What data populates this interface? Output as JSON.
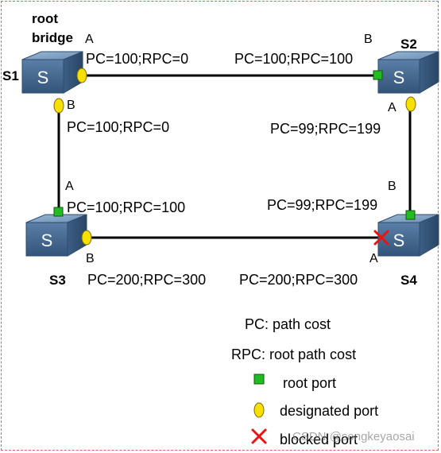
{
  "switches": [
    {
      "id": "s1",
      "name": "S1",
      "note": "root bridge",
      "icon": "switch-icon"
    },
    {
      "id": "s2",
      "name": "S2",
      "icon": "switch-icon"
    },
    {
      "id": "s3",
      "name": "S3",
      "icon": "switch-icon"
    },
    {
      "id": "s4",
      "name": "S4",
      "icon": "switch-icon"
    }
  ],
  "switch_glyph": "S",
  "ports": {
    "s1_a": {
      "name": "A",
      "cost": "PC=100;RPC=0",
      "role": "designated"
    },
    "s1_b": {
      "name": "B",
      "cost": "PC=100;RPC=0",
      "role": "designated"
    },
    "s2_b": {
      "name": "B",
      "cost": "PC=100;RPC=100",
      "role": "root"
    },
    "s2_a": {
      "name": "A",
      "cost": "PC=99;RPC=199",
      "role": "designated"
    },
    "s3_a": {
      "name": "A",
      "cost": "PC=100;RPC=100",
      "role": "root"
    },
    "s3_b": {
      "name": "B",
      "cost": "PC=200;RPC=300",
      "role": "designated"
    },
    "s4_b": {
      "name": "B",
      "cost": "PC=99;RPC=199",
      "role": "root"
    },
    "s4_a": {
      "name": "A",
      "cost": "PC=200;RPC=300",
      "role": "blocked"
    }
  },
  "legend": {
    "pc": "PC: path cost",
    "rpc": "RPC: root path cost",
    "root_port": "root port",
    "designated_port": "designated port",
    "blocked_port": "blocked port"
  },
  "watermark": "CSDN @songkeyaosai",
  "colors": {
    "root_port": "#22bb22",
    "designated_port": "#f5e000",
    "blocked_port": "#ee1111",
    "switch_body": "#4a6e94",
    "link": "#000000",
    "frame": "#e06060"
  }
}
